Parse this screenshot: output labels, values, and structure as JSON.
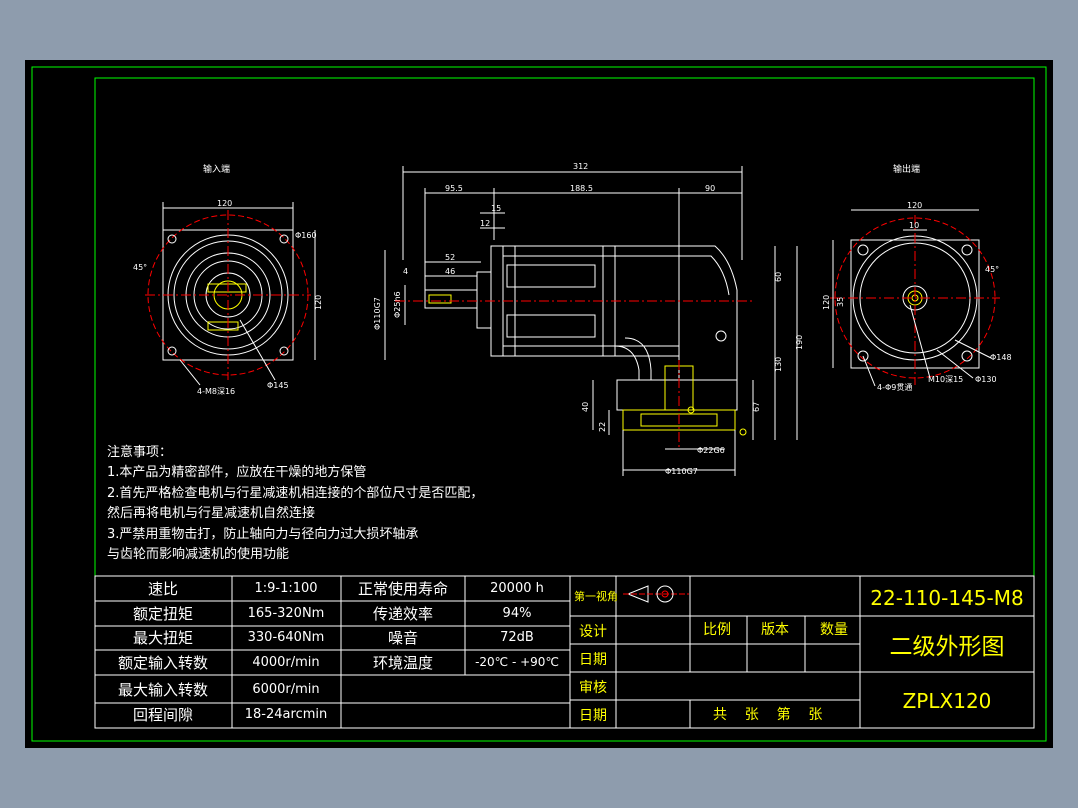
{
  "colors": {
    "frame": "#00ff00",
    "text_white": "#ffffff",
    "text_yellow": "#ffff00",
    "centerline": "#ff0000",
    "background": "#000000",
    "outer": "#8e9cad"
  },
  "views": {
    "input_end_label": "输入端",
    "output_end_label": "输出端"
  },
  "dims": {
    "input": {
      "d120": "120",
      "d160": "Φ160",
      "d45": "45°",
      "d120v": "120",
      "d145": "Φ145",
      "holes": "4-M8深16"
    },
    "side": {
      "d312": "312",
      "d95_5": "95.5",
      "d188_5": "188.5",
      "d90": "90",
      "d15": "15",
      "d12": "12",
      "d52": "52",
      "d46": "46",
      "d4": "4",
      "d110": "Φ110G7",
      "d25": "Φ25h6",
      "d60": "60",
      "d190": "190",
      "d130": "130",
      "d67": "67",
      "d40": "40",
      "d22": "22",
      "d22g6": "Φ22G6",
      "d110g7": "Φ110G7"
    },
    "output": {
      "d120": "120",
      "d10": "10",
      "d45": "45°",
      "d120v": "120",
      "d35": "35",
      "d148": "Φ148",
      "d130": "Φ130",
      "m10": "M10深15",
      "holes": "4-Φ9贯通"
    }
  },
  "notes": {
    "title": "注意事项：",
    "lines": [
      "1.本产品为精密部件，应放在干燥的地方保管",
      "2.首先严格检查电机与行星减速机相连接的个部位尺寸是否匹配，",
      "然后再将电机与行星减速机自然连接",
      "3.严禁用重物击打，防止轴向力与径向力过大损坏轴承",
      "与齿轮而影响减速机的使用功能"
    ]
  },
  "spec_table": [
    {
      "label": "速比",
      "value": "1:9-1:100",
      "label2": "正常使用寿命",
      "value2": "20000 h"
    },
    {
      "label": "额定扭矩",
      "value": "165-320Nm",
      "label2": "传递效率",
      "value2": "94%"
    },
    {
      "label": "最大扭矩",
      "value": "330-640Nm",
      "label2": "噪音",
      "value2": "72dB"
    },
    {
      "label": "额定输入转数",
      "value": "4000r/min",
      "label2": "环境温度",
      "value2": "-20℃ - +90℃"
    },
    {
      "label": "最大输入转数",
      "value": "6000r/min",
      "label2": "",
      "value2": ""
    },
    {
      "label": "回程间隙",
      "value": "18-24arcmin",
      "label2": "",
      "value2": ""
    }
  ],
  "title_block": {
    "projection": "第一视角",
    "design": "设计",
    "date1": "日期",
    "review": "审核",
    "date2": "日期",
    "scale": "比例",
    "version": "版本",
    "quantity": "数量",
    "sheets": "共    张    第    张",
    "drawing_no": "22-110-145-M8",
    "drawing_name": "二级外形图",
    "model": "ZPLX120"
  }
}
